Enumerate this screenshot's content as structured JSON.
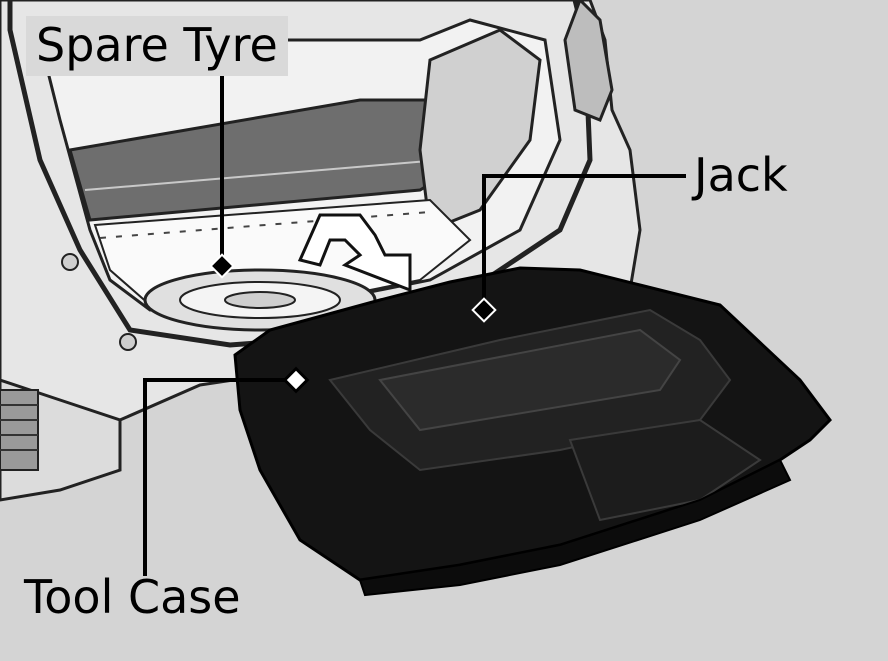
{
  "callouts": {
    "spare_tyre": "Spare Tyre",
    "jack": "Jack",
    "tool_case": "Tool Case"
  },
  "colors": {
    "background": "#d4d4d4",
    "car_body": "#e6e6e6",
    "tool_case": "#141414",
    "leader_line": "#000000"
  }
}
